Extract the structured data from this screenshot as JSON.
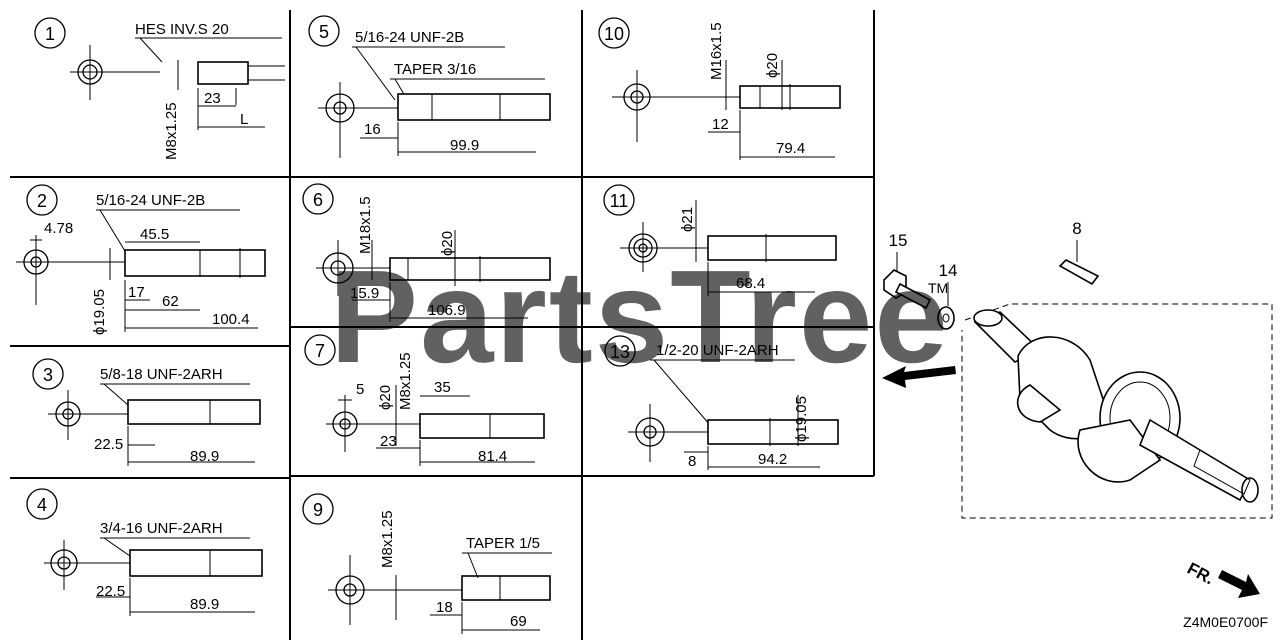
{
  "panels": [
    {
      "id": "1",
      "spec": "HES INV.S 20",
      "specs": [
        "M8x1.25"
      ],
      "dims": [
        "23",
        "L"
      ]
    },
    {
      "id": "2",
      "spec": "5/16-24 UNF-2B",
      "specs": [],
      "dims": [
        "4.78",
        "45.5",
        "ϕ19.05",
        "17",
        "62",
        "100.4"
      ]
    },
    {
      "id": "3",
      "spec": "5/8-18 UNF-2ARH",
      "specs": [],
      "dims": [
        "22.5",
        "89.9"
      ]
    },
    {
      "id": "4",
      "spec": "3/4-16 UNF-2ARH",
      "specs": [],
      "dims": [
        "22.5",
        "89.9"
      ]
    },
    {
      "id": "5",
      "spec": "5/16-24 UNF-2B",
      "specs": [
        "TAPER 3/16"
      ],
      "dims": [
        "16",
        "99.9"
      ]
    },
    {
      "id": "6",
      "spec": "",
      "specs": [
        "M18x1.5",
        "ϕ20"
      ],
      "dims": [
        "15.9",
        "106.9"
      ]
    },
    {
      "id": "7",
      "spec": "",
      "specs": [
        "ϕ20",
        "M8x1.25"
      ],
      "dims": [
        "5",
        "35",
        "23",
        "81.4"
      ]
    },
    {
      "id": "9",
      "spec": "",
      "specs": [
        "M8x1.25",
        "TAPER 1/5"
      ],
      "dims": [
        "18",
        "69"
      ]
    },
    {
      "id": "10",
      "spec": "",
      "specs": [
        "M16x1.5",
        "ϕ20"
      ],
      "dims": [
        "12",
        "79.4"
      ]
    },
    {
      "id": "11",
      "spec": "",
      "specs": [
        "ϕ21"
      ],
      "dims": [
        "68.4"
      ]
    },
    {
      "id": "13",
      "spec": "1/2-20 UNF-2ARH",
      "specs": [
        "ϕ19.05"
      ],
      "dims": [
        "8",
        "94.2"
      ]
    }
  ],
  "callouts": [
    "15",
    "14",
    "8"
  ],
  "watermark": "PartsTree",
  "trademark": "TM",
  "front_label": "FR.",
  "drawing_code": "Z4M0E0700F"
}
